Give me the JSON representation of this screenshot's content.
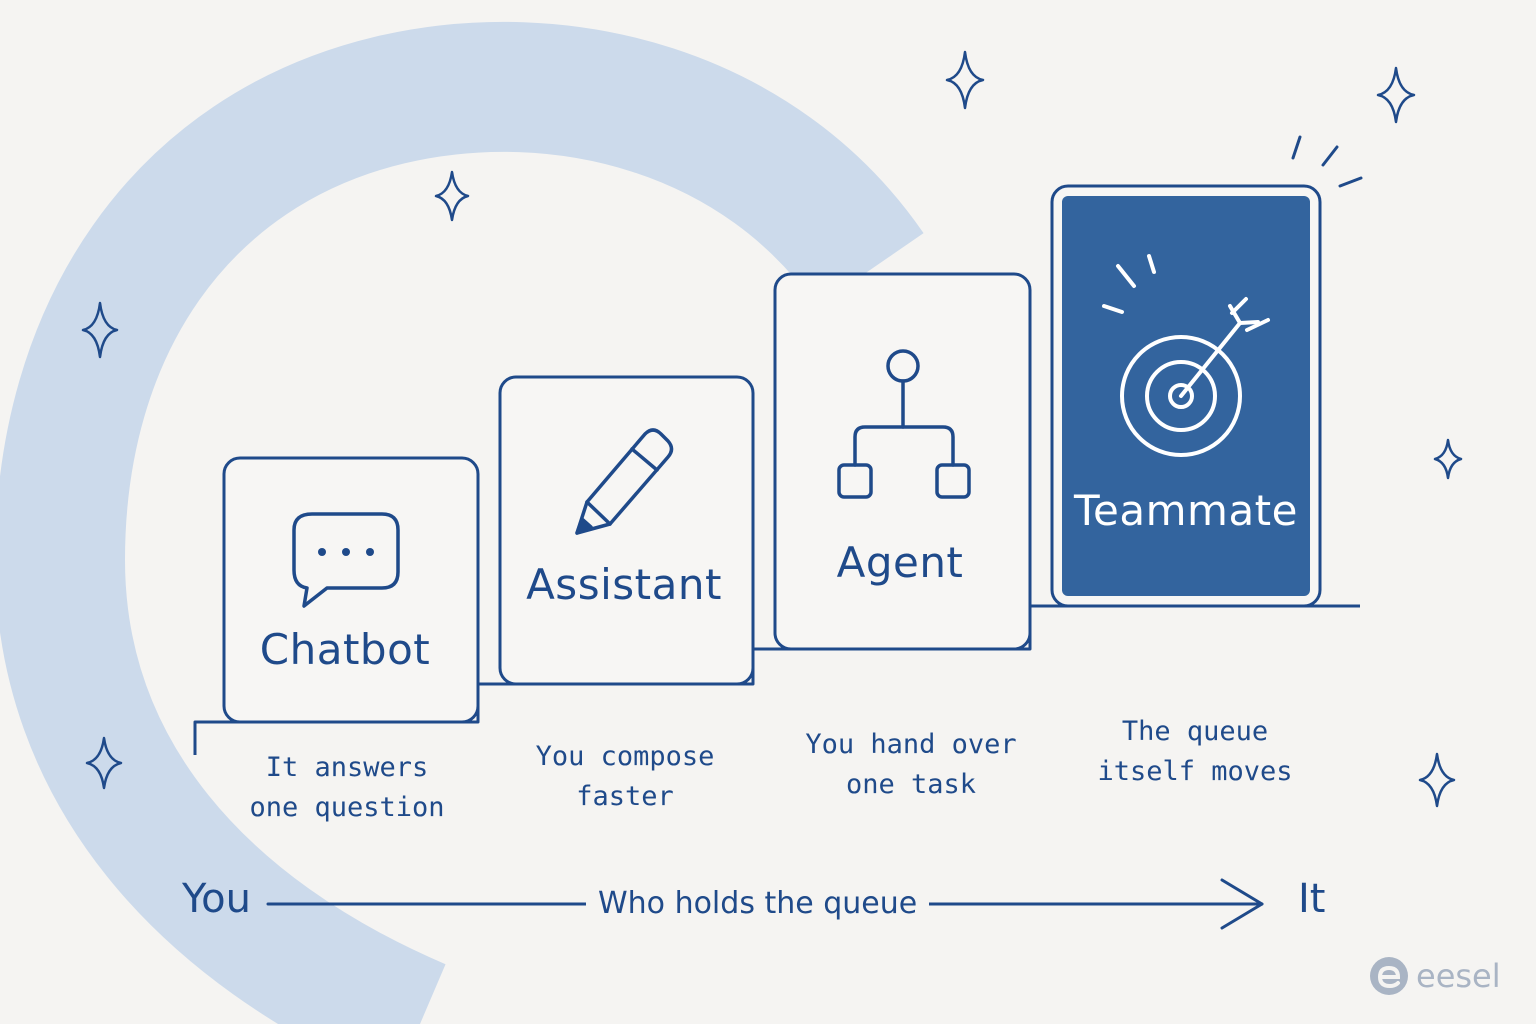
{
  "colors": {
    "ink": "#1f4a8a",
    "fill_dark": "#33649e",
    "swoosh": "#ccdaeb",
    "background": "#f5f4f2",
    "logo": "#a9b4c4"
  },
  "steps": [
    {
      "label": "Chatbot",
      "icon": "chat-bubble-icon",
      "caption": [
        "It answers",
        "one question"
      ]
    },
    {
      "label": "Assistant",
      "icon": "pencil-icon",
      "caption": [
        "You compose",
        "faster"
      ]
    },
    {
      "label": "Agent",
      "icon": "flowchart-icon",
      "caption": [
        "You hand over",
        "one task"
      ]
    },
    {
      "label": "Teammate",
      "icon": "target-arrow-icon",
      "caption": [
        "The queue",
        "itself moves"
      ]
    }
  ],
  "axis": {
    "start": "You",
    "title": "Who holds the queue",
    "end": "It"
  },
  "logo": {
    "text": "eesel"
  }
}
